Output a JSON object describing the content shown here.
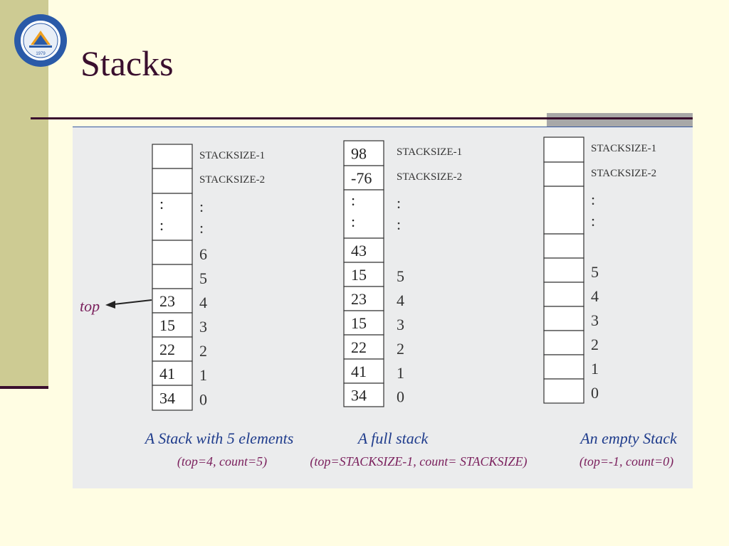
{
  "slide": {
    "title": "Stacks"
  },
  "colors": {
    "background": "#fffde3",
    "side_band": "#cdcb93",
    "accent_dark": "#3a0f2e",
    "caption_blue": "#1f3c8c",
    "caption_purple": "#7a1f5c"
  },
  "logo": {
    "year": "1979"
  },
  "pointer": {
    "label": "top"
  },
  "stacks": [
    {
      "cells": [
        "",
        "",
        ":\n:",
        "",
        "",
        "23",
        "15",
        "22",
        "41",
        "34"
      ],
      "indices": [
        "STACKSIZE-1",
        "STACKSIZE-2",
        ":\n:",
        "6",
        "5",
        "4",
        "3",
        "2",
        "1",
        "0"
      ],
      "caption": "A Stack with 5 elements",
      "subcaption": "(top=4, count=5)"
    },
    {
      "cells": [
        "98",
        "-76",
        ":\n:",
        "43",
        "15",
        "23",
        "15",
        "22",
        "41",
        "34"
      ],
      "indices": [
        "STACKSIZE-1",
        "STACKSIZE-2",
        ":\n:",
        "",
        "5",
        "4",
        "3",
        "2",
        "1",
        "0"
      ],
      "caption": "A full stack",
      "subcaption": "(top=STACKSIZE-1, count= STACKSIZE)"
    },
    {
      "cells": [
        "",
        "",
        "",
        "",
        "",
        "",
        "",
        "",
        "",
        ""
      ],
      "indices": [
        "STACKSIZE-1",
        "STACKSIZE-2",
        ":\n:",
        "",
        "5",
        "4",
        "3",
        "2",
        "1",
        "0"
      ],
      "caption": "An empty Stack",
      "subcaption": "(top=-1, count=0)"
    }
  ]
}
